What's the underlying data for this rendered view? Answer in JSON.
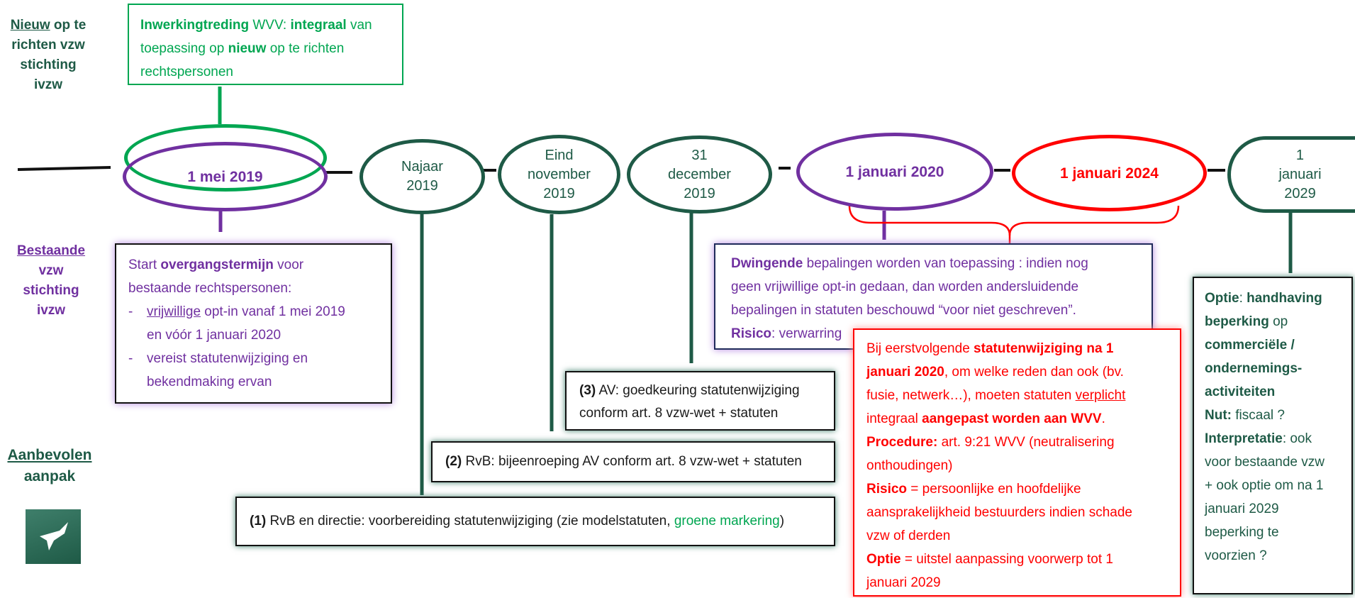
{
  "colors": {
    "green": "#00a651",
    "dark_green": "#1e5a46",
    "purple": "#7030a0",
    "red": "#ff0000",
    "navy": "#1f2a5a",
    "text": "#1a1a1a"
  },
  "side_labels": {
    "nieuw": {
      "w1": "Nieuw",
      "w2": "op te",
      "l2": "richten vzw",
      "l3": "stichting",
      "l4": "ivzw"
    },
    "bestaande": {
      "l1": "Bestaande",
      "l2": "vzw",
      "l3": "stichting",
      "l4": "ivzw"
    },
    "aanbevolen": {
      "l1": "Aanbevolen",
      "l2": "aanpak"
    }
  },
  "logo": {
    "icon": "bird-icon"
  },
  "top_box": {
    "b1": "Inwerkingtreding",
    "t1": " WVV: ",
    "b2": "integraal",
    "t2": " van",
    "t3": "toepassing op ",
    "b3": "nieuw",
    "t4": " op te richten",
    "t5": "rechtspersonen"
  },
  "timeline": {
    "n1": "1 mei 2019",
    "n2a": "Najaar",
    "n2b": "2019",
    "n3a": "Eind",
    "n3b": "november",
    "n3c": "2019",
    "n4a": "31",
    "n4b": "december",
    "n4c": "2019",
    "n5": "1 januari 2020",
    "n6": "1 januari 2024",
    "n7a": "1",
    "n7b": "januari",
    "n7c": "2029"
  },
  "purple_box": {
    "t1": "Start ",
    "b1": "overgangstermijn",
    "t2": " voor",
    "l2": "bestaande rechtspersonen:",
    "dash": "-",
    "u1": "vrijwillige",
    "t3": " opt-in vanaf 1 mei 2019",
    "l4": "en vóór 1 januari 2020",
    "l5": "vereist statutenwijziging en",
    "l6": "bekendmaking ervan"
  },
  "step1": {
    "num": "(1)",
    "t1": " RvB en directie: voorbereiding statutenwijziging (zie modelstatuten, ",
    "g": "groene markering",
    "t2": ")"
  },
  "step2": {
    "num": "(2)",
    "t1": " RvB: bijeenroeping AV conform art. 8 vzw-wet + statuten"
  },
  "step3": {
    "num": "(3)",
    "t1": " AV: goedkeuring statutenwijziging",
    "l2": "conform art. 8 vzw-wet + statuten"
  },
  "navy_box": {
    "b1": "Dwingende",
    "t1": " bepalingen  worden van toepassing : indien nog",
    "l2": "geen vrijwillige opt-in gedaan, dan worden andersluidende",
    "l3": "bepalingen in statuten  beschouwd  “voor niet geschreven”.",
    "b2": "Risico",
    "t2": ": verwarring"
  },
  "red_box": {
    "t1": "Bij eerstvolgende ",
    "b1": "statutenwijziging na 1",
    "b2": "januari 2020",
    "t2": ", om welke reden dan ook (bv.",
    "t3": "fusie, netwerk…), moeten statuten ",
    "u1": "verplicht",
    "t4": "integraal ",
    "b3": "aangepast worden aan WVV",
    "t5": ".",
    "b4": "Procedure:",
    "t6": " art. 9:21 WVV (neutralisering",
    "l6": "onthoudingen)",
    "b5": "Risico",
    "t7": " = persoonlijke en hoofdelijke",
    "l8": "aansprakelijkheid bestuurders indien schade",
    "l9": "vzw of derden",
    "b6": "Optie",
    "t8": " = uitstel aanpassing voorwerp tot 1",
    "l11": "januari 2029"
  },
  "right_box": {
    "b1": "Optie",
    "t1": ": ",
    "b2": "handhaving",
    "b3": "beperking",
    "t2": " op",
    "b4": "commerciële /",
    "b5": "ondernemings-",
    "b6": "activiteiten",
    "b7": "Nut:",
    "t3": " fiscaal ?",
    "b8": "Interpretatie",
    "t4": ": ook",
    "l8": "voor bestaande vzw",
    "l9": "+ ook optie om na 1",
    "l10": "januari 2029",
    "l11": "beperking te",
    "l12": "voorzien  ?"
  }
}
